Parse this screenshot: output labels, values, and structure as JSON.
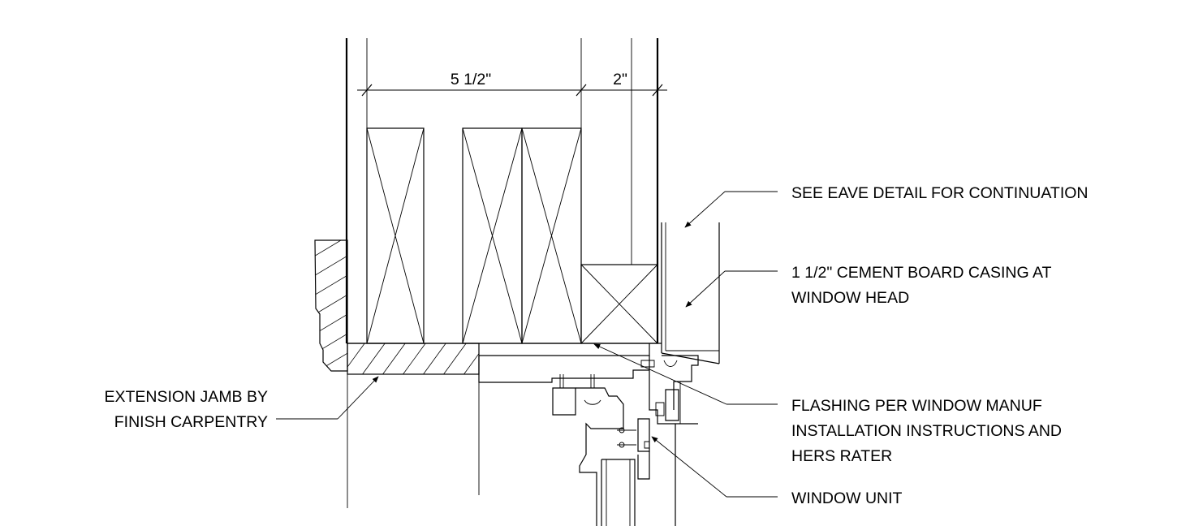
{
  "dimensions": {
    "stud_depth": "5 1/2\"",
    "casing_depth": "2\""
  },
  "callouts": {
    "eave": "SEE EAVE DETAIL FOR CONTINUATION",
    "casing_line1": "1 1/2\" CEMENT BOARD CASING AT",
    "casing_line2": "WINDOW HEAD",
    "jamb_line1": "EXTENSION JAMB BY",
    "jamb_line2": "FINISH CARPENTRY",
    "flashing_line1": "FLASHING PER WINDOW MANUF",
    "flashing_line2": "INSTALLATION INSTRUCTIONS AND",
    "flashing_line3": "HERS RATER",
    "window_unit": "WINDOW UNIT"
  }
}
